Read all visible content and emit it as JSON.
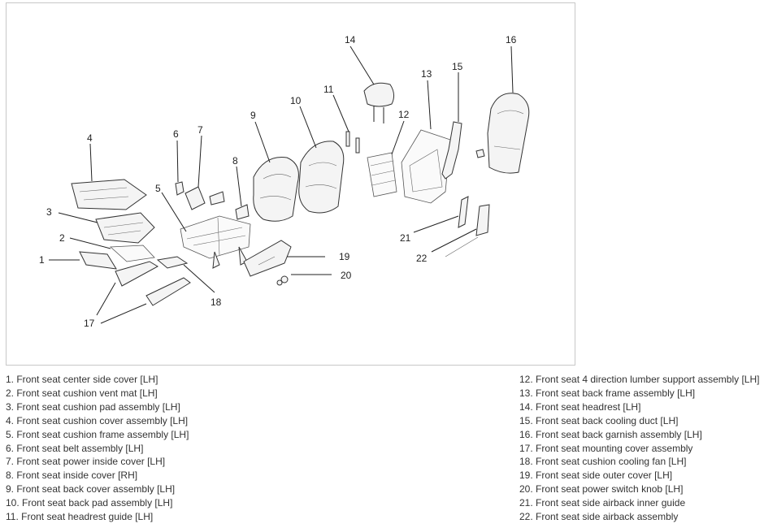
{
  "colors": {
    "line": "#222222",
    "text": "#333333",
    "frame": "#c8c8c8"
  },
  "callouts": [
    "1",
    "2",
    "3",
    "4",
    "5",
    "6",
    "7",
    "8",
    "9",
    "10",
    "11",
    "12",
    "13",
    "14",
    "15",
    "16",
    "17",
    "18",
    "19",
    "20",
    "21",
    "22"
  ],
  "legend": {
    "left": [
      "1. Front seat center side cover [LH]",
      "2. Front seat cushion vent mat [LH]",
      "3. Front seat cushion pad assembly [LH]",
      "4. Front seat cushion cover assembly [LH]",
      "5. Front seat cushion frame assembly [LH]",
      "6. Front seat belt assembly [LH]",
      "7. Front seat power inside cover [LH]",
      "8. Front seat inside cover [RH]",
      "9. Front seat back cover assembly [LH]",
      "10. Front seat back pad assembly [LH]",
      "11. Front seat headrest guide [LH]"
    ],
    "right": [
      "12. Front seat 4 direction lumber support assembly [LH]",
      "13. Front seat back frame assembly [LH]",
      "14. Front seat headrest [LH]",
      "15. Front seat back cooling duct [LH]",
      "16. Front seat back garnish assembly [LH]",
      "17. Front seat mounting cover assembly",
      "18. Front seat cushion cooling fan [LH]",
      "19. Front seat side outer cover [LH]",
      "20. Front seat power switch knob [LH]",
      "21. Front seat side airback inner guide",
      "22. Front seat side airback assembly"
    ]
  }
}
